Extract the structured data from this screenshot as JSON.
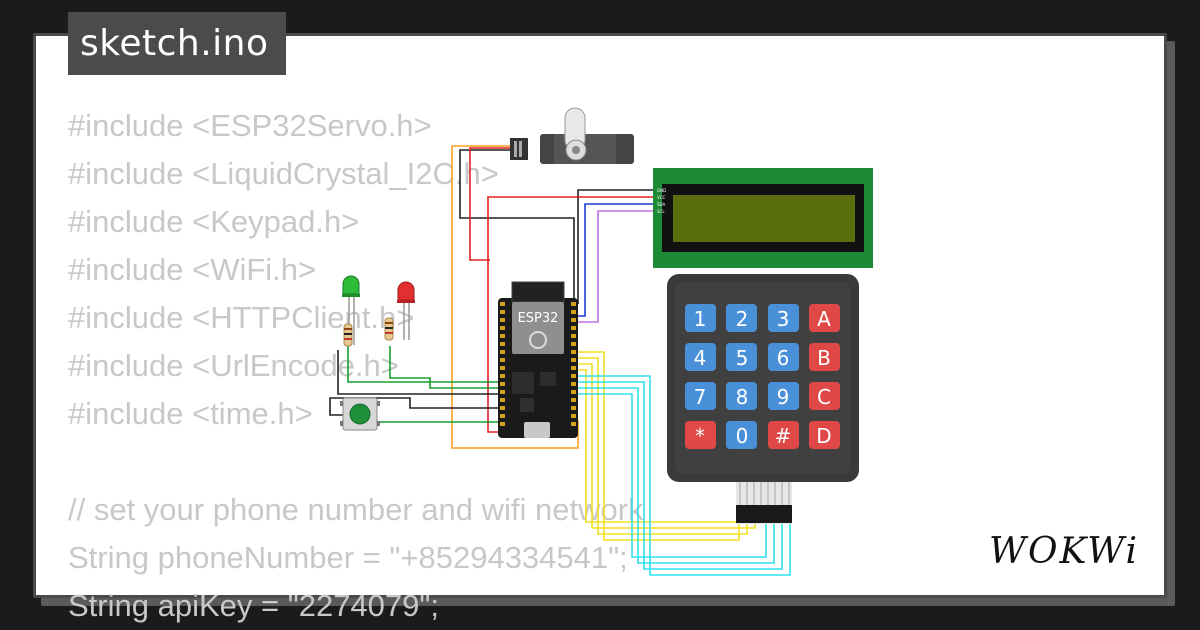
{
  "file_tab": {
    "name": "sketch.ino"
  },
  "code_lines": [
    "#include <ESP32Servo.h>",
    "#include <LiquidCrystal_I2C.h>",
    "#include <Keypad.h>",
    "#include <WiFi.h>",
    "#include <HTTPClient.h>",
    "#include <UrlEncode.h>",
    "#include <time.h>",
    "",
    "// set your phone number and wifi network",
    "String phoneNumber = \"+85294334541\";",
    "String apiKey = \"2274079\";"
  ],
  "esp32": {
    "label": "ESP32"
  },
  "lcd": {
    "pins": [
      "GND",
      "VCC",
      "SDA",
      "SCL"
    ],
    "screen_color": "#5b6e0f"
  },
  "keypad": {
    "keys": [
      "1",
      "2",
      "3",
      "A",
      "4",
      "5",
      "6",
      "B",
      "7",
      "8",
      "9",
      "C",
      "*",
      "0",
      "#",
      "D"
    ]
  },
  "leds": [
    {
      "color": "green"
    },
    {
      "color": "red"
    }
  ],
  "brand": {
    "logo_text": "WOKWi"
  },
  "colors": {
    "background": "#1b1b1b",
    "card": "#ffffff",
    "tab": "#4b4b4b",
    "code_text": "#c8c8c8",
    "key_blue": "#4a90d9",
    "key_red": "#e04848",
    "lcd_board": "#1c8a36"
  }
}
